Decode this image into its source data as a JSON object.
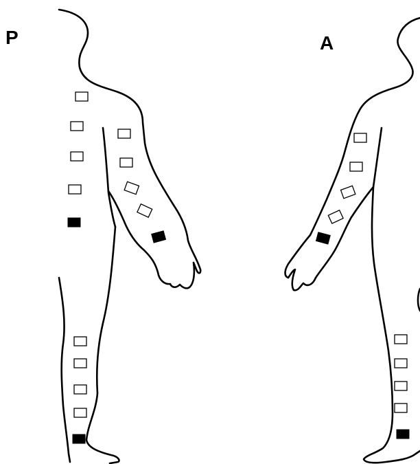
{
  "views": [
    {
      "id": "posterior",
      "label": "P"
    },
    {
      "id": "anterior",
      "label": "A"
    }
  ],
  "markers": {
    "posterior": {
      "trunk": [
        "empty",
        "empty",
        "empty",
        "empty",
        "filled"
      ],
      "arm": [
        "empty",
        "empty",
        "empty",
        "empty",
        "filled"
      ],
      "leg": [
        "empty",
        "empty",
        "empty",
        "empty",
        "filled"
      ]
    },
    "anterior": {
      "arm": [
        "empty",
        "empty",
        "empty",
        "empty",
        "filled"
      ],
      "leg": [
        "empty",
        "empty",
        "empty",
        "empty",
        "filled"
      ]
    }
  },
  "colors": {
    "outline": "#000000",
    "filled_marker": "#000000",
    "empty_marker": "#ffffff",
    "background": "#ffffff"
  }
}
